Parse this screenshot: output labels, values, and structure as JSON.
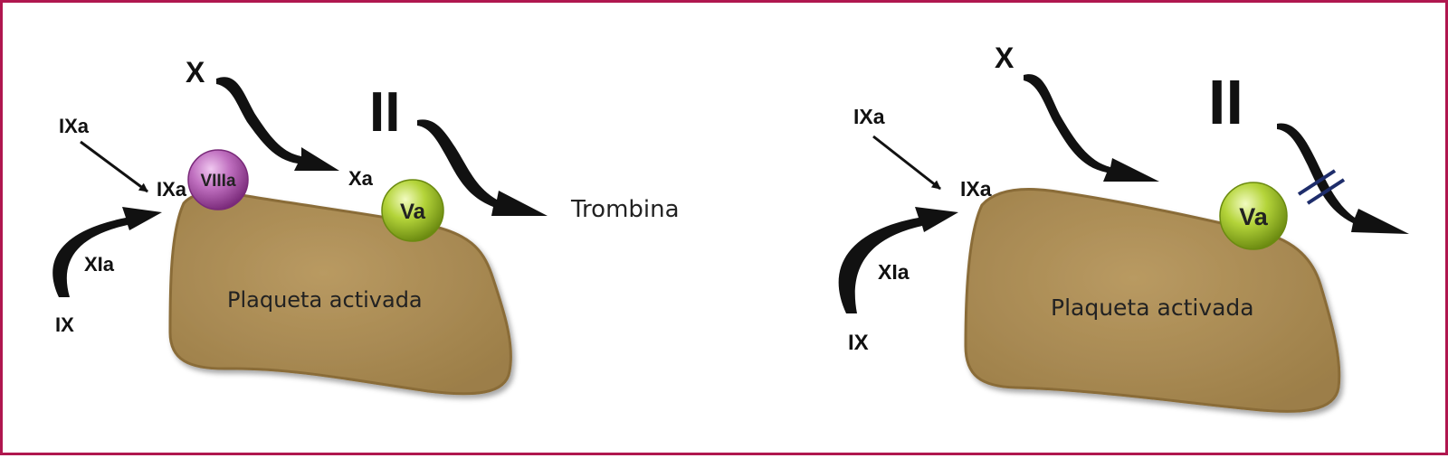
{
  "colors": {
    "border": "#b0174f",
    "platelet": "#a88a55",
    "platelet_edge": "#8a6c38",
    "viiia_ball": "#b055b0",
    "va_ball": "#a8c830",
    "arrow": "#111111",
    "inhibition_mark": "#1e2d6b"
  },
  "left_panel": {
    "label_ixa_top": "IXa",
    "label_ixa": "IXa",
    "label_xia": "XIa",
    "label_ix": "IX",
    "label_x": "X",
    "label_xa": "Xa",
    "label_ii": "II",
    "label_trombina": "Trombina",
    "ball_viiia": "VIIIa",
    "ball_va": "Va",
    "platelet_label": "Plaqueta activada"
  },
  "right_panel": {
    "label_ixa_top": "IXa",
    "label_ixa": "IXa",
    "label_xia": "XIa",
    "label_ix": "IX",
    "label_x": "X",
    "label_ii": "II",
    "ball_va": "Va",
    "platelet_label": "Plaqueta activada"
  }
}
